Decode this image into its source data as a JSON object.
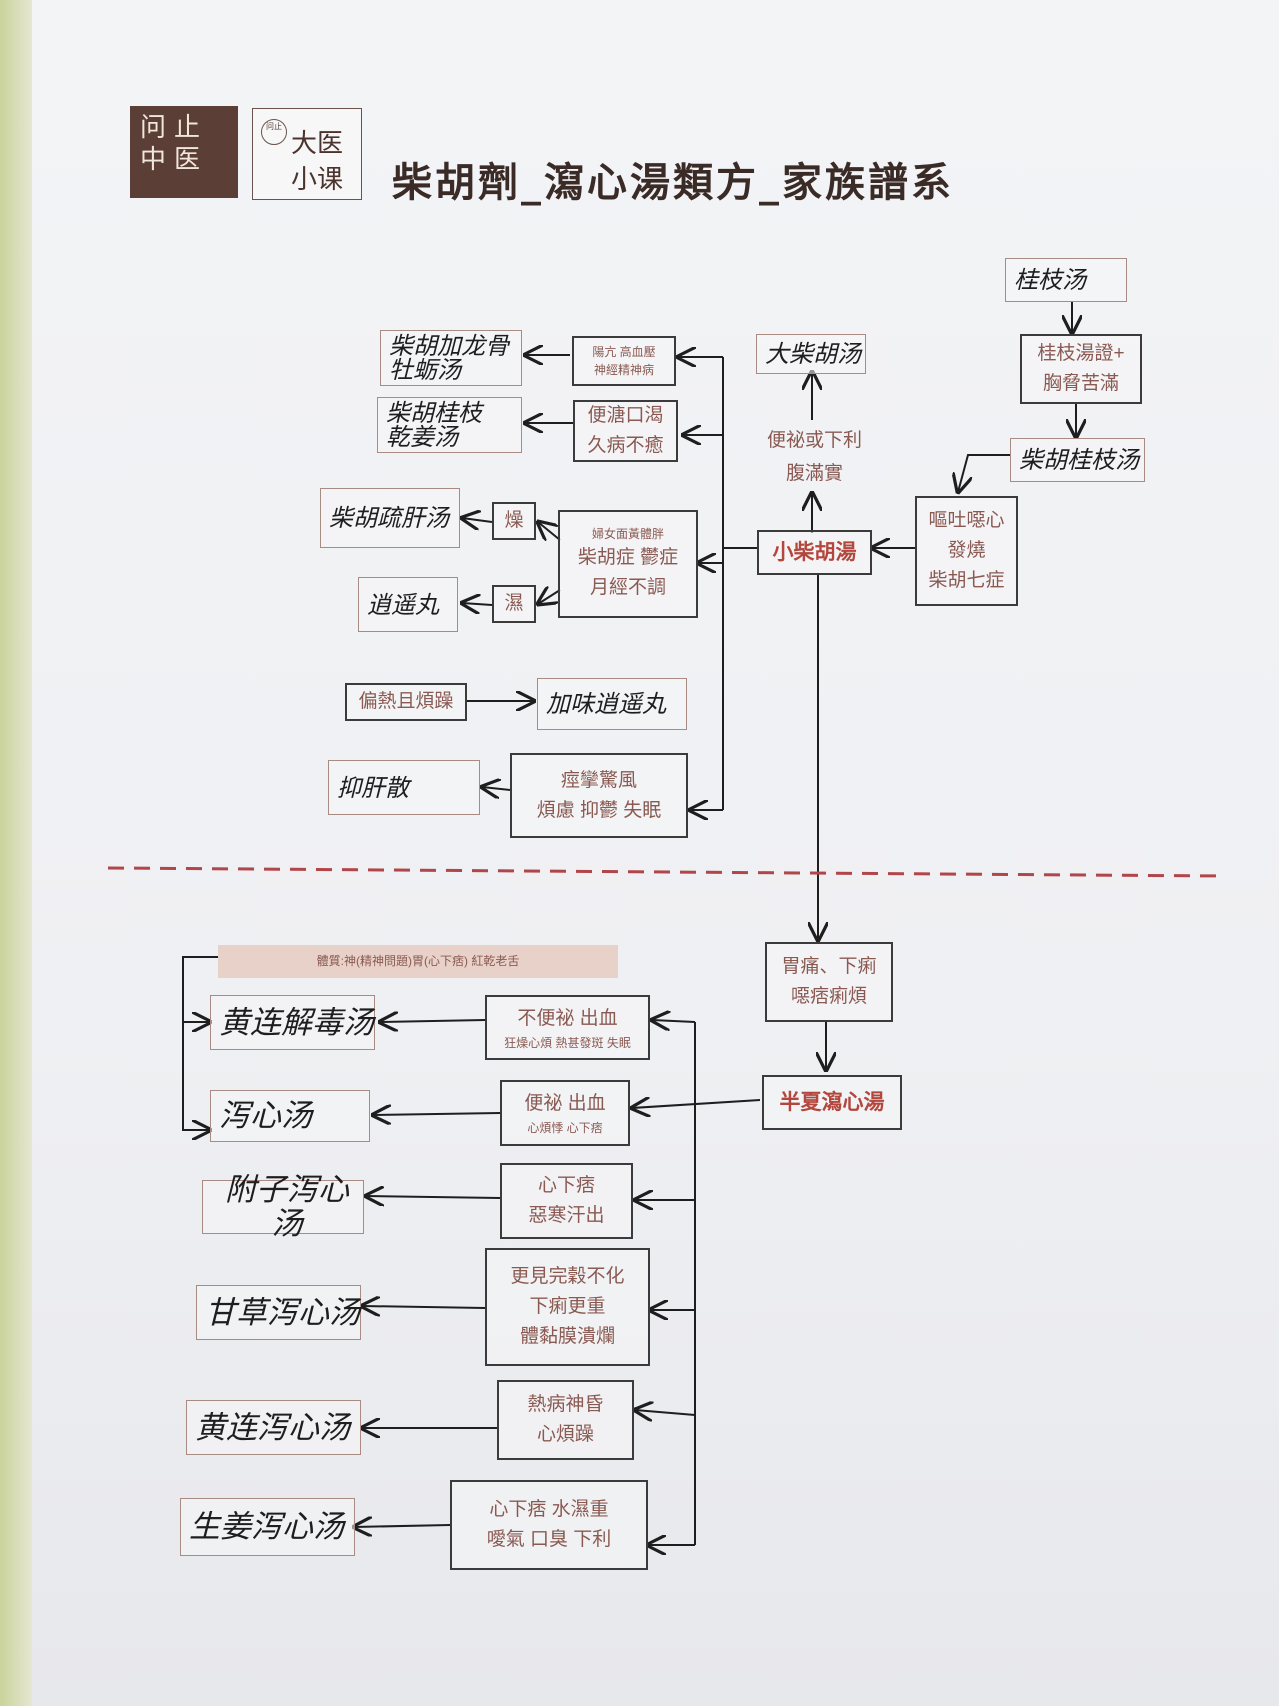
{
  "header": {
    "logo1_line1": "问止",
    "logo1_line2": "中医",
    "logo2_seal": "问止",
    "logo2_line1": "大医",
    "logo2_line2": "小课",
    "title": "柴胡劑_瀉心湯類方_家族譜系"
  },
  "nodes": {
    "guizhi_tang": "桂枝汤",
    "guizhi_zheng_1": "桂枝湯證+",
    "guizhi_zheng_2": "胸脅苦滿",
    "chaihu_guizhi_tang": "柴胡桂枝汤",
    "ouT_1": "嘔吐噁心",
    "ouT_2": "發燒",
    "ouT_3": "柴胡七症",
    "xiao_chaihu": "小柴胡湯",
    "bianmi_1": "便祕或下利",
    "bianmi_2": "腹滿實",
    "da_chaihu": "大柴胡汤",
    "longmu_cond_1": "陽亢 高血壓",
    "longmu_cond_2": "神經精神病",
    "chaihu_longmu_1": "柴胡加龙骨",
    "chaihu_longmu_2": "牡蛎汤",
    "biantang_1": "便溏口渴",
    "biantang_2": "久病不癒",
    "chaihu_guizhi_ganjiang_1": "柴胡桂枝",
    "chaihu_guizhi_ganjiang_2": "乾姜汤",
    "funv_1": "婦女面黃體胖",
    "funv_2": "柴胡症 鬱症",
    "funv_3": "月經不調",
    "zao": "燥",
    "shi": "濕",
    "chaihu_shugan": "柴胡疏肝汤",
    "xiaoyao_wan": "逍遥丸",
    "pianre": "偏熱且煩躁",
    "jiawei_xiaoyao": "加味逍遥丸",
    "jingluan_1": "痙攣驚風",
    "jingluan_2": "煩慮 抑鬱 失眠",
    "yigan_san": "抑肝散",
    "weitong_1": "胃痛、下痢",
    "weitong_2": "噁痞痢煩",
    "banxia_xiexin": "半夏瀉心湯",
    "banner": "體質:神(精神問題)胃(心下痞) 紅乾老舌",
    "bubianmi_1": "不便祕  出血",
    "bubianmi_2": "狂燥心煩 熱甚發斑 失眠",
    "huanglian_jiedu": "黄连解毒汤",
    "bianmi_chuxue_1": "便祕 出血",
    "bianmi_chuxue_2": "心煩悸 心下痞",
    "xiexin_tang": "泻心汤",
    "xinxiapi_1": "心下痞",
    "xinxiapi_2": "惡寒汗出",
    "fuzi_xiexin": "附子泻心汤",
    "wanjiang_1": "更見完穀不化",
    "wanjiang_2": "下痢更重",
    "wanjiang_3": "體黏膜潰爛",
    "gancao_xiexin": "甘草泻心汤",
    "rebing_1": "熱病神昏",
    "rebing_2": "心煩躁",
    "huanglian_xiexin": "黄连泻心汤",
    "shuishi_1": "心下痞 水濕重",
    "shuishi_2": "噯氣 口臭 下利",
    "shengjiang_xiexin": "生姜泻心汤"
  },
  "colors": {
    "ink": "#1e1e1f",
    "printed_text": "#8a5a52",
    "key_red": "#b3473d",
    "divider": "#b0454a",
    "banner": "#e7d1c9",
    "logo": "#5b3f37"
  }
}
